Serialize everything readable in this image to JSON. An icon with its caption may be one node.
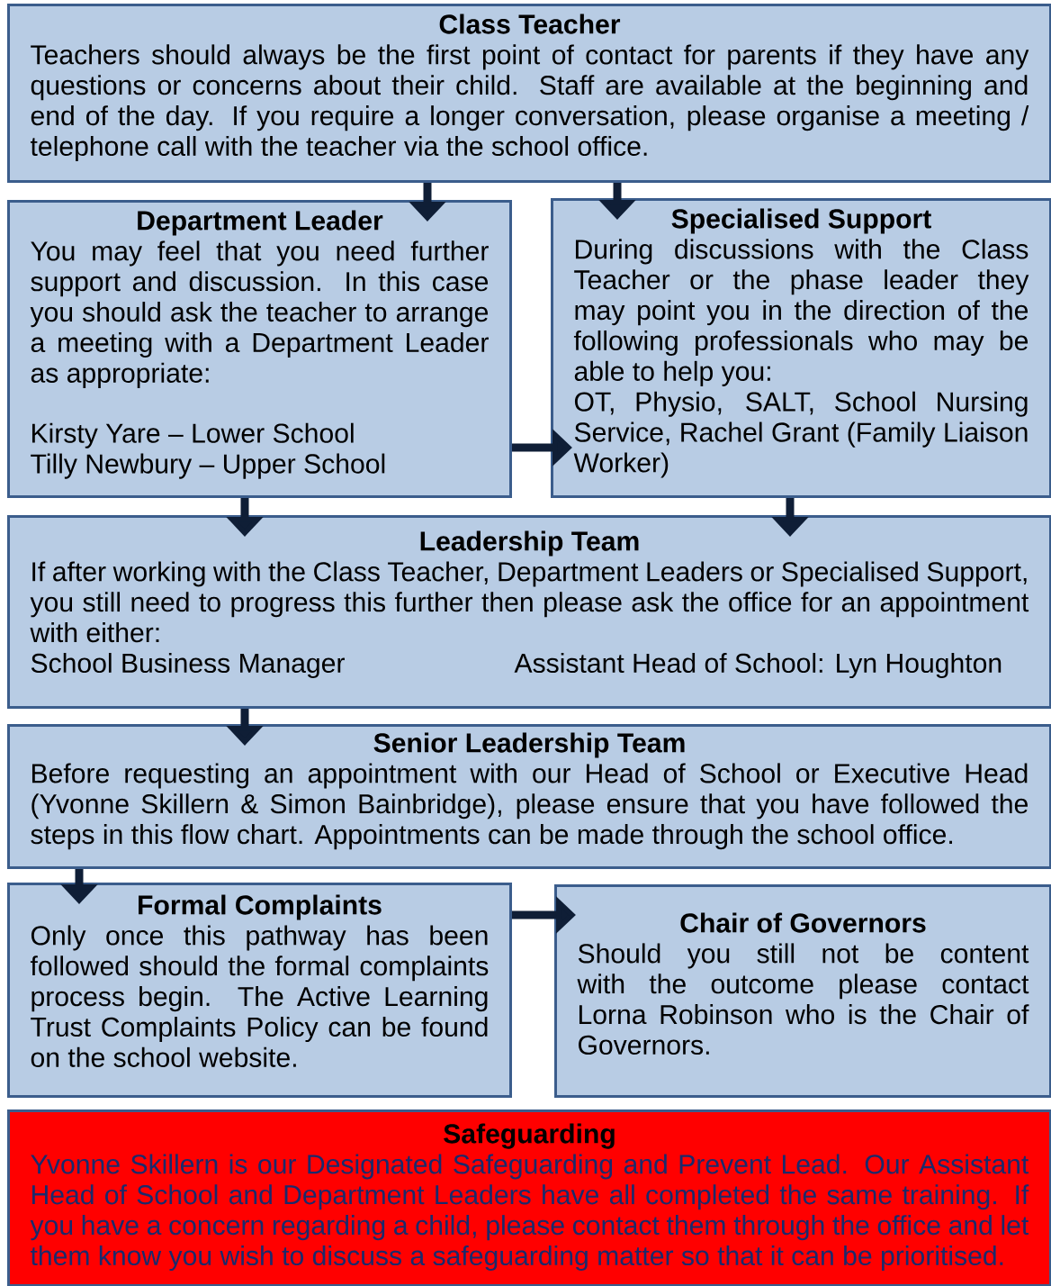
{
  "diagram": {
    "nodes": [
      {
        "text": [
          "Class Teacher",
          "Teachers should always be the first point of contact for parents if they have any questions or concerns about their child.  Staff are available at the beginning and end of the day.  If you require a longer conversation, please organise a meeting / telephone call with the teacher via the school office."
        ]
      },
      {
        "text": [
          "Department Leader",
          "You may feel that you need further support and discussion.  In this case you should ask the teacher to arrange a meeting with a Department Leader as appropriate:",
          "Kirsty Yare – Lower School",
          "Tilly Newbury – Upper School"
        ]
      },
      {
        "text": [
          "Specialised Support",
          "During discussions with the Class Teacher or the phase leader they may point you in the direction of the following professionals who may be able to help you:",
          "OT, Physio, SALT, School Nursing Service, Rachel Grant (Family Liaison Worker)"
        ]
      },
      {
        "text": [
          "Leadership Team",
          "If after working with the Class Teacher, Department Leaders or Specialised Support, you still need to progress this further then please ask the office for an appointment with either:",
          "School Business Manager",
          "Assistant Head of School: Lyn Houghton"
        ]
      },
      {
        "text": [
          "Senior Leadership Team",
          "Before requesting an appointment with our Head of School or Executive Head (Yvonne Skillern & Simon Bainbridge), please ensure that you have followed the steps in this flow chart.  Appointments can be made through the school office."
        ]
      },
      {
        "text": [
          "Formal Complaints",
          "Only once this pathway has been followed should the formal complaints process begin.  The Active Learning Trust Complaints Policy can be found on the school website."
        ]
      },
      {
        "text": [
          "Chair of Governors",
          "Should you still not be content with the outcome please contact Lorna Robinson who is the Chair of Governors."
        ]
      },
      {
        "text": [
          "Safeguarding",
          "Yvonne Skillern is our Designated Safeguarding and Prevent Lead.  Our Assistant Head of School and Department Leaders have all completed the same training.  If you have a concern regarding a child, please contact them through the office and let them know you wish to discuss a safeguarding matter so that it can be prioritised."
        ]
      }
    ],
    "edges": [
      {
        "from": 0,
        "to": 1,
        "arrow": "to"
      },
      {
        "from": 0,
        "to": 2,
        "arrow": "to"
      },
      {
        "from": 1,
        "to": 2,
        "arrow": "to"
      },
      {
        "from": 1,
        "to": 3,
        "arrow": "to"
      },
      {
        "from": 2,
        "to": 3,
        "arrow": "to"
      },
      {
        "from": 3,
        "to": 4,
        "arrow": "to"
      },
      {
        "from": 4,
        "to": 5,
        "arrow": "to"
      },
      {
        "from": 5,
        "to": 6,
        "arrow": "to"
      }
    ]
  }
}
